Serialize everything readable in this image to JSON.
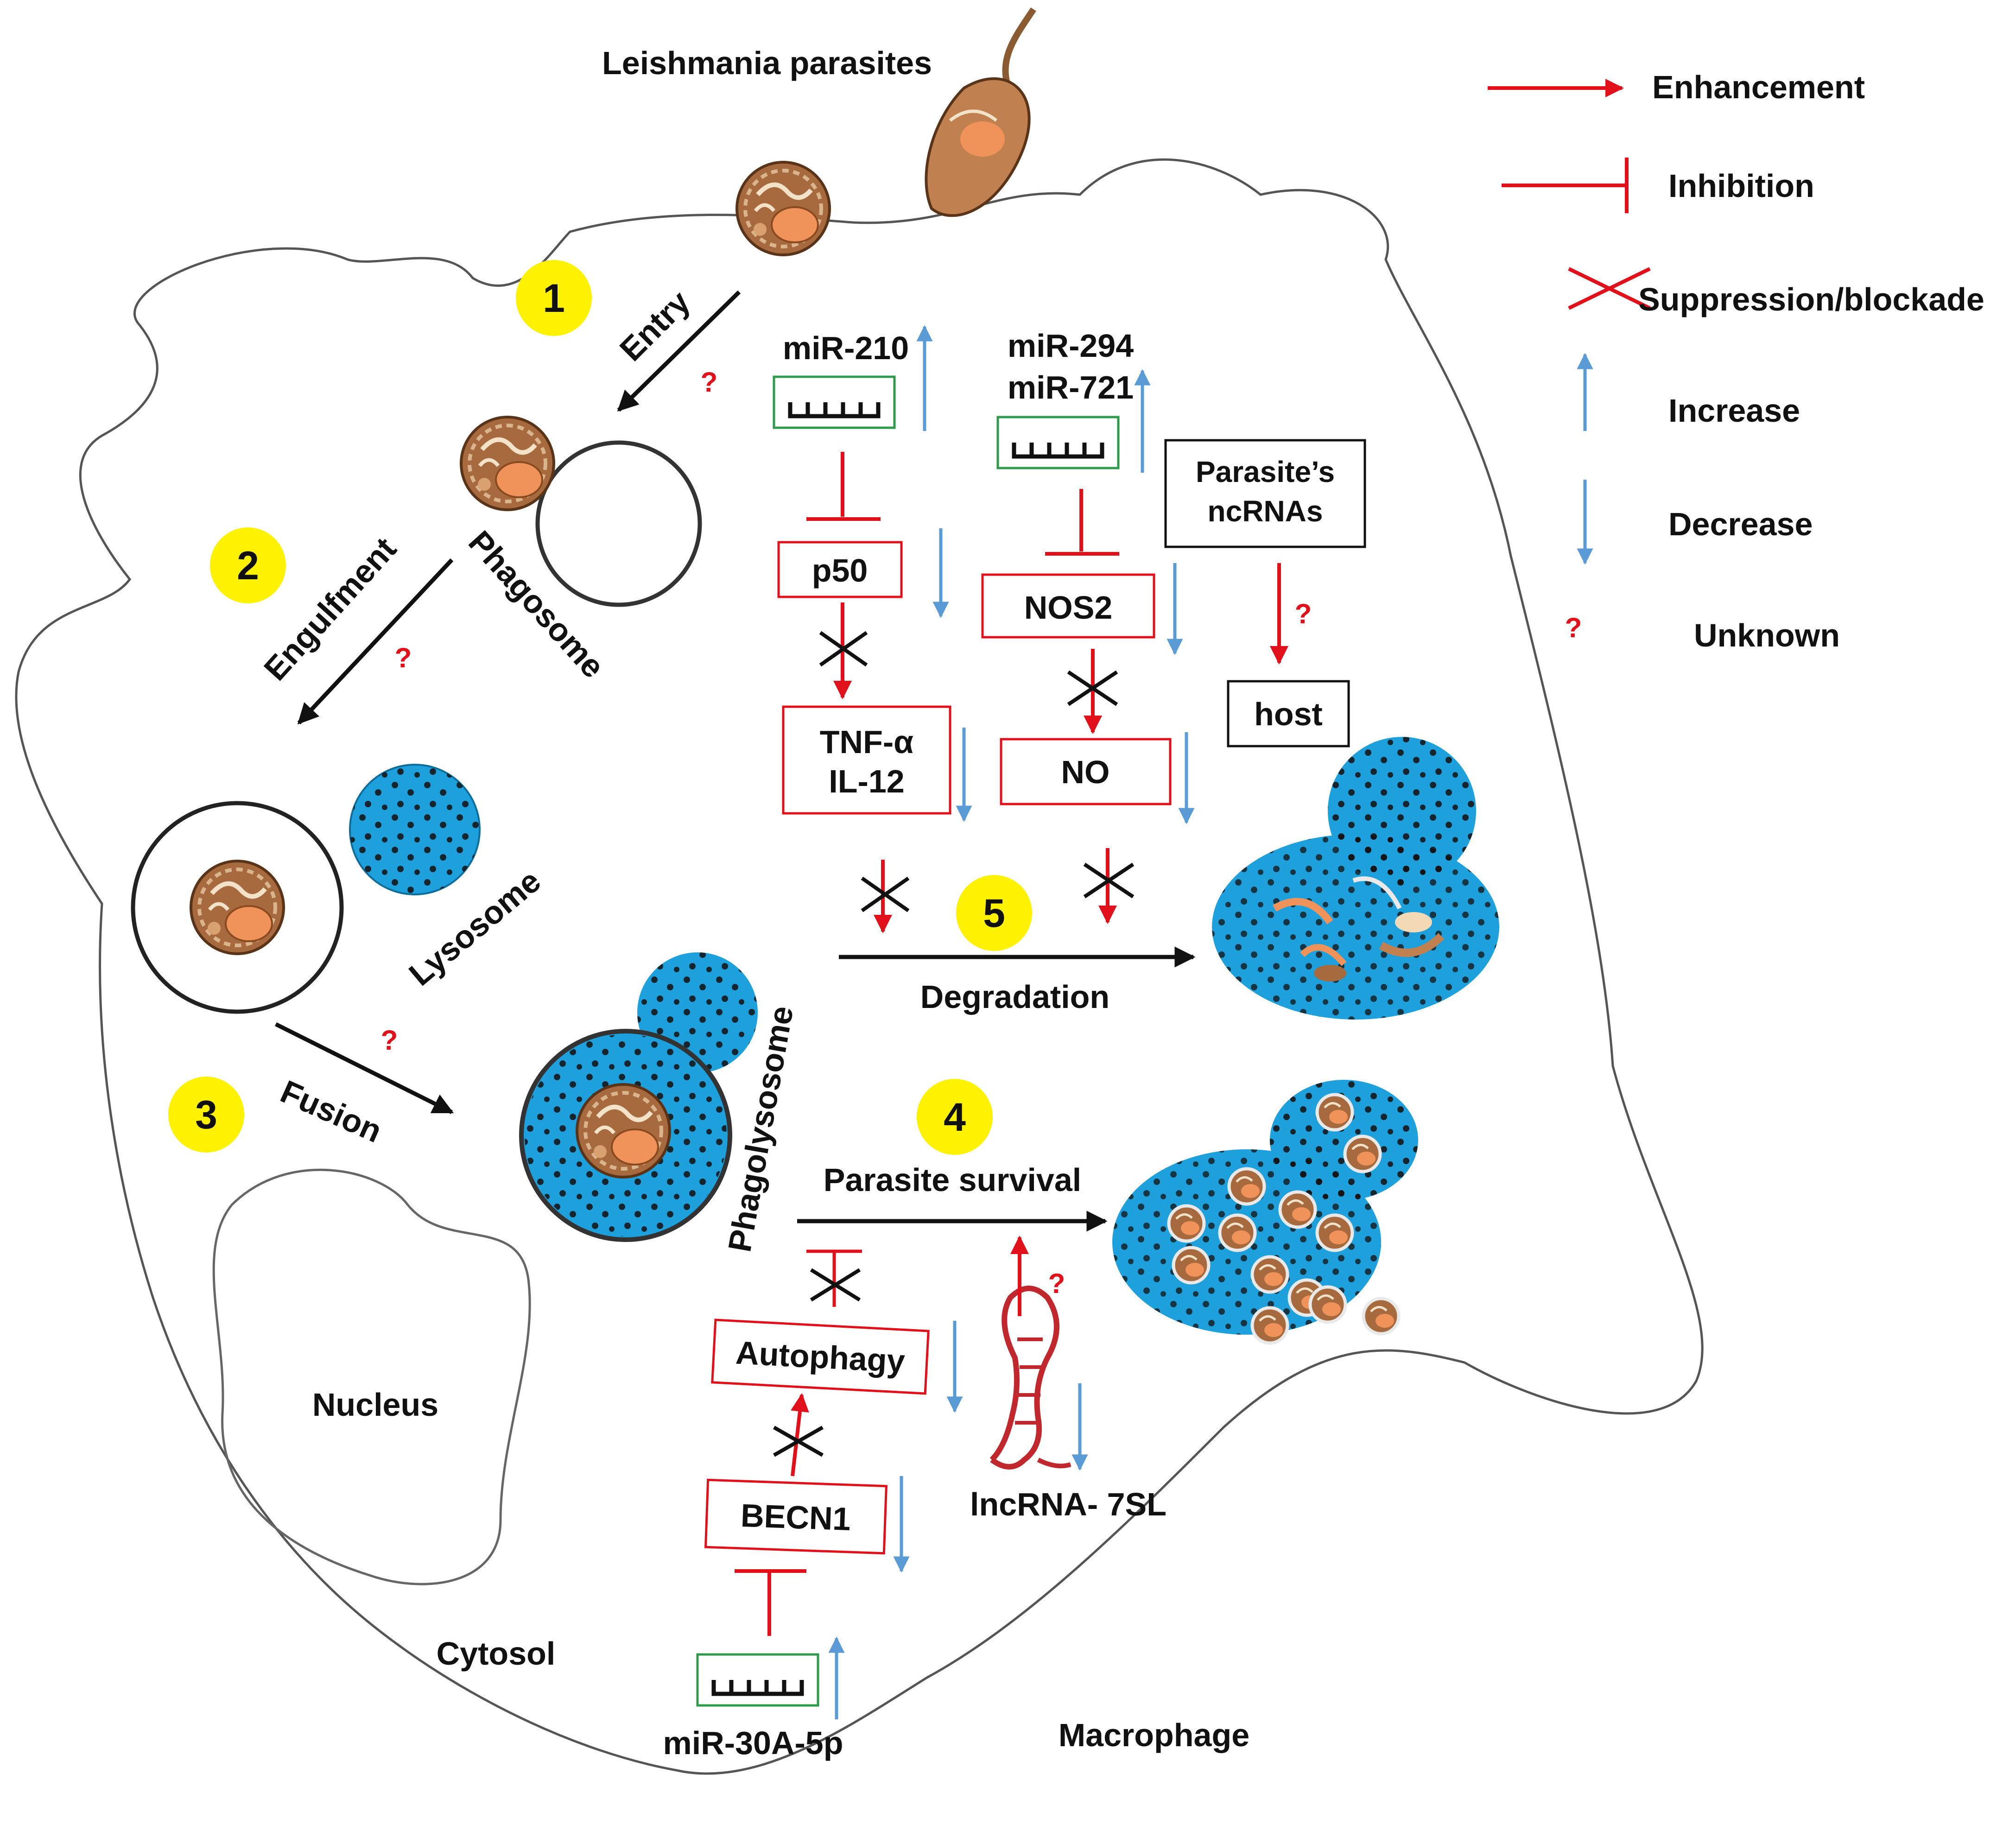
{
  "colors": {
    "enhancement": "#e0111b",
    "inhibition": "#e0111b",
    "suppression": "#e0111b",
    "increase": "#5a9bd5",
    "decrease": "#5a9bd5",
    "unknown": "#e0111b",
    "step_circle": "#fff200",
    "lysosome_fill": "#1ea0dc",
    "mirna_box_border": "#2e9b4a",
    "target_box_border": "#e0111b",
    "parasite_body": "#a66a3e",
    "parasite_nucleus": "#f0935a",
    "membrane": "#333333"
  },
  "legend": {
    "enhancement": "Enhancement",
    "inhibition": "Inhibition",
    "suppression": "Suppression/blockade",
    "increase": "Increase",
    "decrease": "Decrease",
    "unknown_symbol": "?",
    "unknown": "Unknown"
  },
  "labels": {
    "leishmania": "Leishmania parasites",
    "entry": "Entry",
    "phagosome": "Phagosome",
    "engulfment": "Engulfment",
    "lysosome": "Lysosome",
    "fusion": "Fusion",
    "phagolysosome": "Phagolysosome",
    "degradation": "Degradation",
    "parasite_survival": "Parasite survival",
    "nucleus": "Nucleus",
    "cytosol": "Cytosol",
    "macrophage": "Macrophage",
    "unknown_mark": "?"
  },
  "steps": [
    "1",
    "2",
    "3",
    "4",
    "5"
  ],
  "mirnas": {
    "mir210": "miR-210",
    "mir294": "miR-294",
    "mir721": "miR-721",
    "mir30a": "miR-30A-5p"
  },
  "targets": {
    "p50": "p50",
    "tnf": "TNF-α",
    "il12": "IL-12",
    "nos2": "NOS2",
    "no": "NO",
    "autophagy": "Autophagy",
    "becn1": "BECN1",
    "parasite_ncrnas_line1": "Parasite’s",
    "parasite_ncrnas_line2": "ncRNAs",
    "host": "host",
    "lncrna": "lncRNA- 7SL"
  }
}
